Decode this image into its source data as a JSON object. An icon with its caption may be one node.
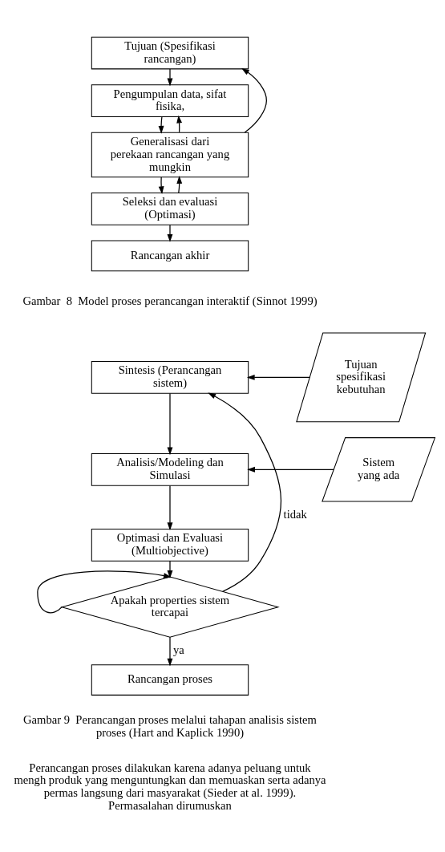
{
  "diagram": {
    "nodes": [
      {
        "text": [
          "Tujuan (Spesifikasi rancangan)"
        ]
      },
      {
        "text": [
          "Pengumpulan data, sifat fisika,"
        ]
      },
      {
        "text": [
          "Generalisasi dari perekaan rancangan yang mungkin"
        ]
      },
      {
        "text": [
          "Seleksi dan evaluasi (Optimasi)"
        ]
      },
      {
        "text": [
          "Rancangan akhir"
        ]
      },
      {
        "text": [
          "Sintesis (Perancangan sistem)"
        ]
      },
      {
        "text": [
          "Tujuan spesifikasi kebutuhan"
        ]
      },
      {
        "text": [
          "Analisis/Modeling dan Simulasi"
        ]
      },
      {
        "text": [
          "Sistem yang ada"
        ]
      },
      {
        "text": [
          "Optimasi dan Evaluasi (Multiobjective)"
        ]
      },
      {
        "text": [
          "Apakah properties sistem tercapai"
        ]
      },
      {
        "text": [
          "Rancangan proses"
        ]
      }
    ],
    "edges": [
      {
        "from": 0,
        "to": 1,
        "arrow": "to"
      },
      {
        "from": 1,
        "to": 2,
        "arrow": "to"
      },
      {
        "from": 2,
        "to": 3,
        "arrow": "to"
      },
      {
        "from": 3,
        "to": 4,
        "arrow": "to"
      },
      {
        "from": 2,
        "to": 0,
        "arrow": "to"
      },
      {
        "from": 3,
        "to": 2,
        "arrow": "to"
      },
      {
        "from": 2,
        "to": 1,
        "arrow": "to"
      },
      {
        "from": 6,
        "to": 5,
        "arrow": "to"
      },
      {
        "from": 5,
        "to": 7,
        "arrow": "to"
      },
      {
        "from": 8,
        "to": 7,
        "arrow": "to"
      },
      {
        "from": 7,
        "to": 9,
        "arrow": "to"
      },
      {
        "from": 9,
        "to": 10,
        "arrow": "to"
      },
      {
        "from": 10,
        "to": 11,
        "label": "ya",
        "arrow": "to"
      },
      {
        "from": 10,
        "to": 5,
        "label": "tidak",
        "arrow": "to"
      },
      {
        "from": 10,
        "to": 10,
        "arrow": "to"
      }
    ],
    "labels": [
      "Gambar  8  Model proses perancangan interaktif (Sinnot 1999)",
      "Gambar 9  Perancangan proses melalui tahapan analisis sistem proses (Hart and Kaplick 1990)",
      "Perancangan proses dilakukan karena adanya peluang untuk mengh produk yang menguntungkan dan memuaskan serta adanya permas langsung dari masyarakat (Sieder at al. 1999). Permasalahan dirumuskan"
    ]
  }
}
